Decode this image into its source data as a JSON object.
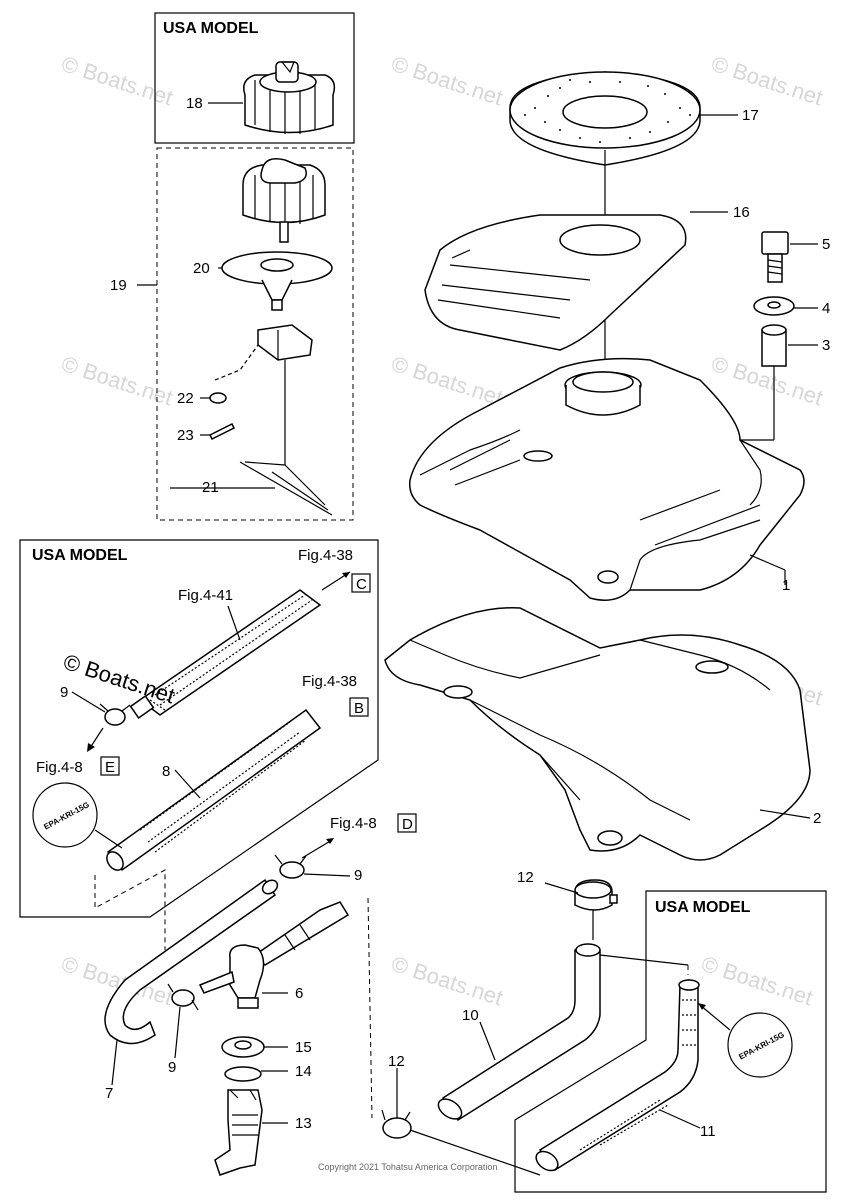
{
  "watermarks": [
    "© Boats.net",
    "© Boats.net",
    "© Boats.net",
    "© Boats.net",
    "© Boats.net",
    "© Boats.net",
    "© Boats.net",
    "© Boats.net",
    "© Boats.net",
    "© Boats.net",
    "© Boats.net"
  ],
  "main_watermark": "© Boats.net",
  "box_titles": {
    "usa_cap": "USA MODEL",
    "usa_hose": "USA MODEL",
    "usa_fuel": "USA MODEL"
  },
  "labels": {
    "p1": "1",
    "p2": "2",
    "p3": "3",
    "p4": "4",
    "p5": "5",
    "p6": "6",
    "p7": "7",
    "p8": "8",
    "p9a": "9",
    "p9b": "9",
    "p9c": "9",
    "p10": "10",
    "p11": "11",
    "p12a": "12",
    "p12b": "12",
    "p13": "13",
    "p14": "14",
    "p15": "15",
    "p16": "16",
    "p17": "17",
    "p18": "18",
    "p19": "19",
    "p20": "20",
    "p21": "21",
    "p22": "22",
    "p23": "23"
  },
  "figure_refs": {
    "fig438_top": "Fig.4-38",
    "ref_c": "C",
    "fig441": "Fig.4-41",
    "fig438_mid": "Fig.4-38",
    "ref_b": "B",
    "fig48_left": "Fig.4-8",
    "ref_e": "E",
    "fig48_right": "Fig.4-8",
    "ref_d": "D"
  },
  "epa_labels": {
    "left": "EPA-KRI-15G",
    "right": "EPA-KRI-15G"
  },
  "copyright": "Copyright 2021 Tohatsu America Corporation"
}
